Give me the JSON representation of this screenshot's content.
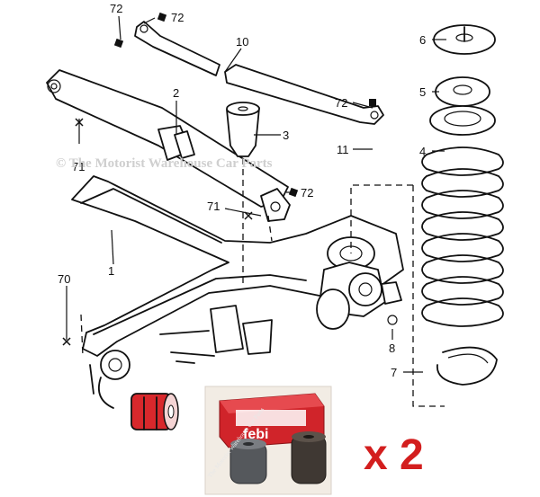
{
  "diagram": {
    "callouts": [
      "72",
      "72",
      "10",
      "6",
      "2",
      "5",
      "72",
      "3",
      "4",
      "11",
      "71",
      "72",
      "71",
      "1",
      "70",
      "8",
      "7"
    ],
    "watermark": "© The Motorist Warehouse Car Parts",
    "product_photo": {
      "brand": "febi",
      "watermark": "The Motorist Warehouse Car Parts"
    },
    "quantity": "x 2"
  },
  "colors": {
    "line": "#111111",
    "bushing_red": "#d8282c",
    "photo_bg": "#f2ece4",
    "box_red": "#d0242a",
    "quantity_red": "#d31e1e"
  }
}
